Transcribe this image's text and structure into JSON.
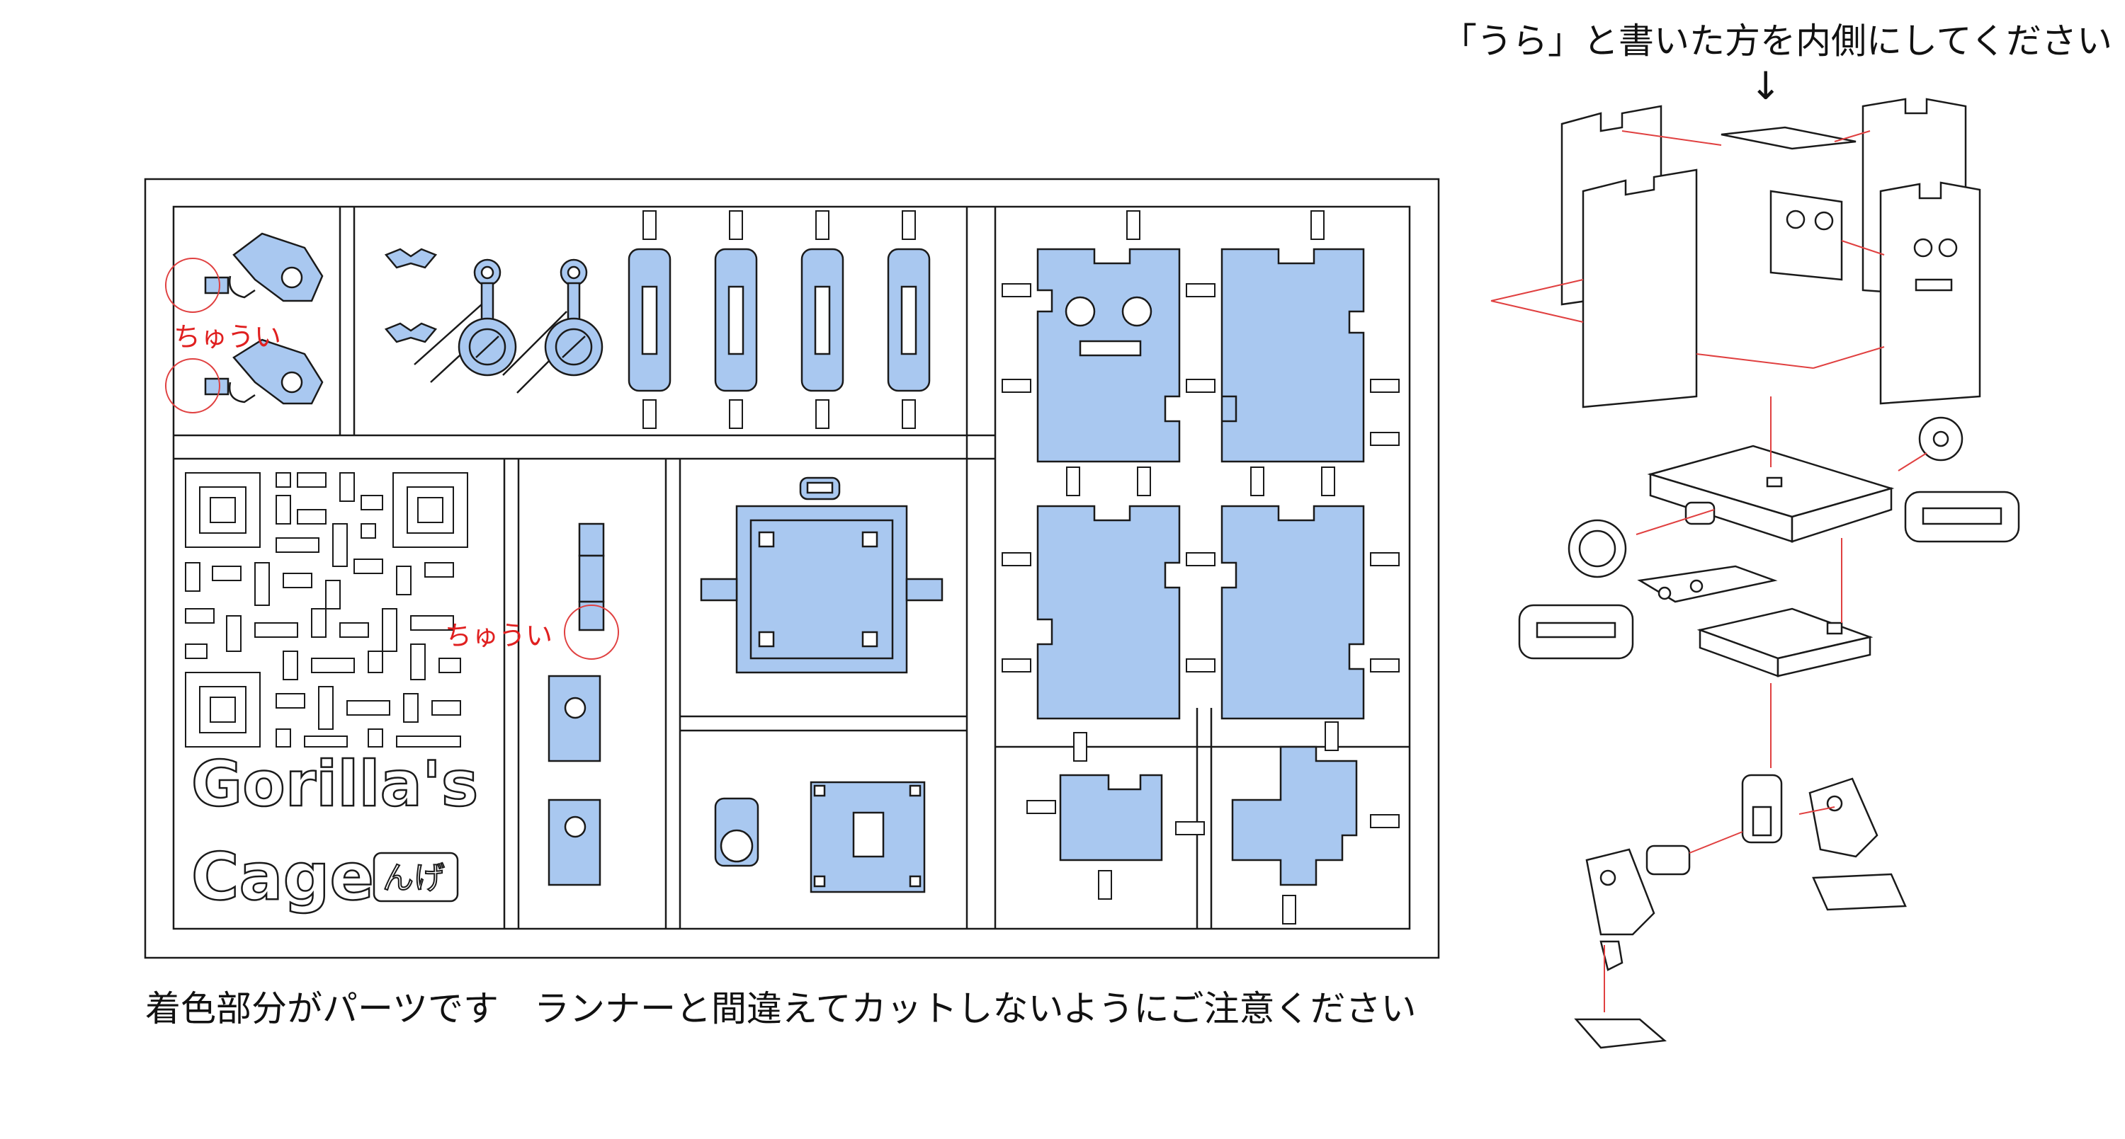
{
  "captions": {
    "main": "着色部分がパーツです　ランナーと間違えてカットしないようにご注意ください",
    "inner_side": "「うら」と書いた方を内側にしてください",
    "arrow": "↓"
  },
  "cautions": [
    "ちゅうい",
    "ちゅうい"
  ],
  "logo": {
    "line1": "Gorilla's",
    "line2": "Cage",
    "badge": "んげ"
  },
  "colors": {
    "part_fill": "#a9c8f0",
    "outline": "#1a1a1a",
    "caution": "#e02020",
    "arrow_line": "#e04040"
  }
}
